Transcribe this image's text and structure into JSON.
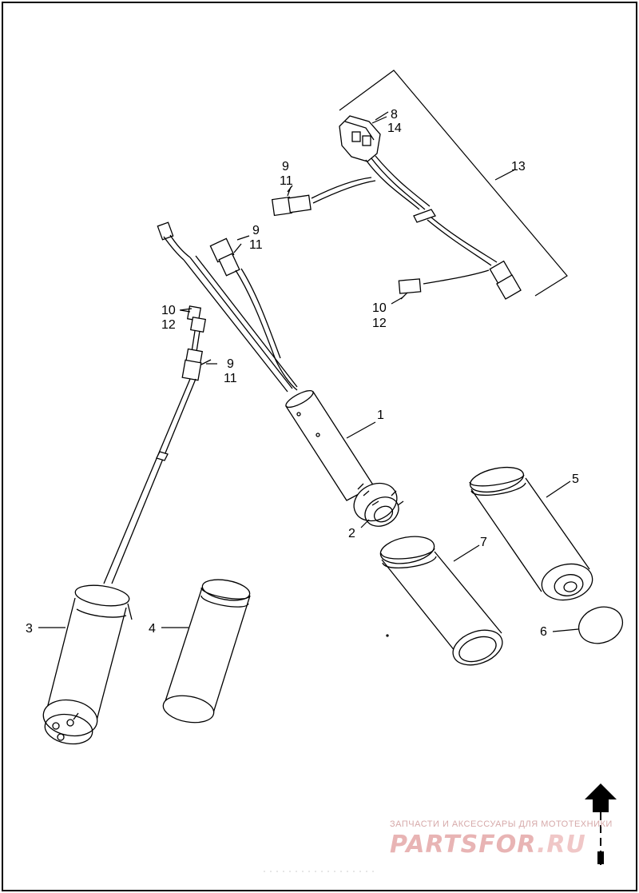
{
  "callouts": {
    "c1": "1",
    "c2": "2",
    "c3": "3",
    "c4": "4",
    "c5": "5",
    "c6": "6",
    "c7": "7",
    "c8": "8",
    "c14": "14",
    "c13": "13",
    "c9a": "9",
    "c11a": "11",
    "c9b": "9",
    "c11b": "11",
    "c10a": "10",
    "c12a": "12",
    "c9c": "9",
    "c11c": "11",
    "c10b": "10",
    "c12b": "12"
  },
  "watermark": {
    "tagline": "ЗАПЧАСТИ И АКСЕССУАРЫ ДЛЯ МОТОТЕХНИКИ",
    "logo_main": "PARTSFOR",
    "logo_tld": ".RU"
  },
  "icons": {
    "orientation_arrow": "up-arrow-icon"
  }
}
